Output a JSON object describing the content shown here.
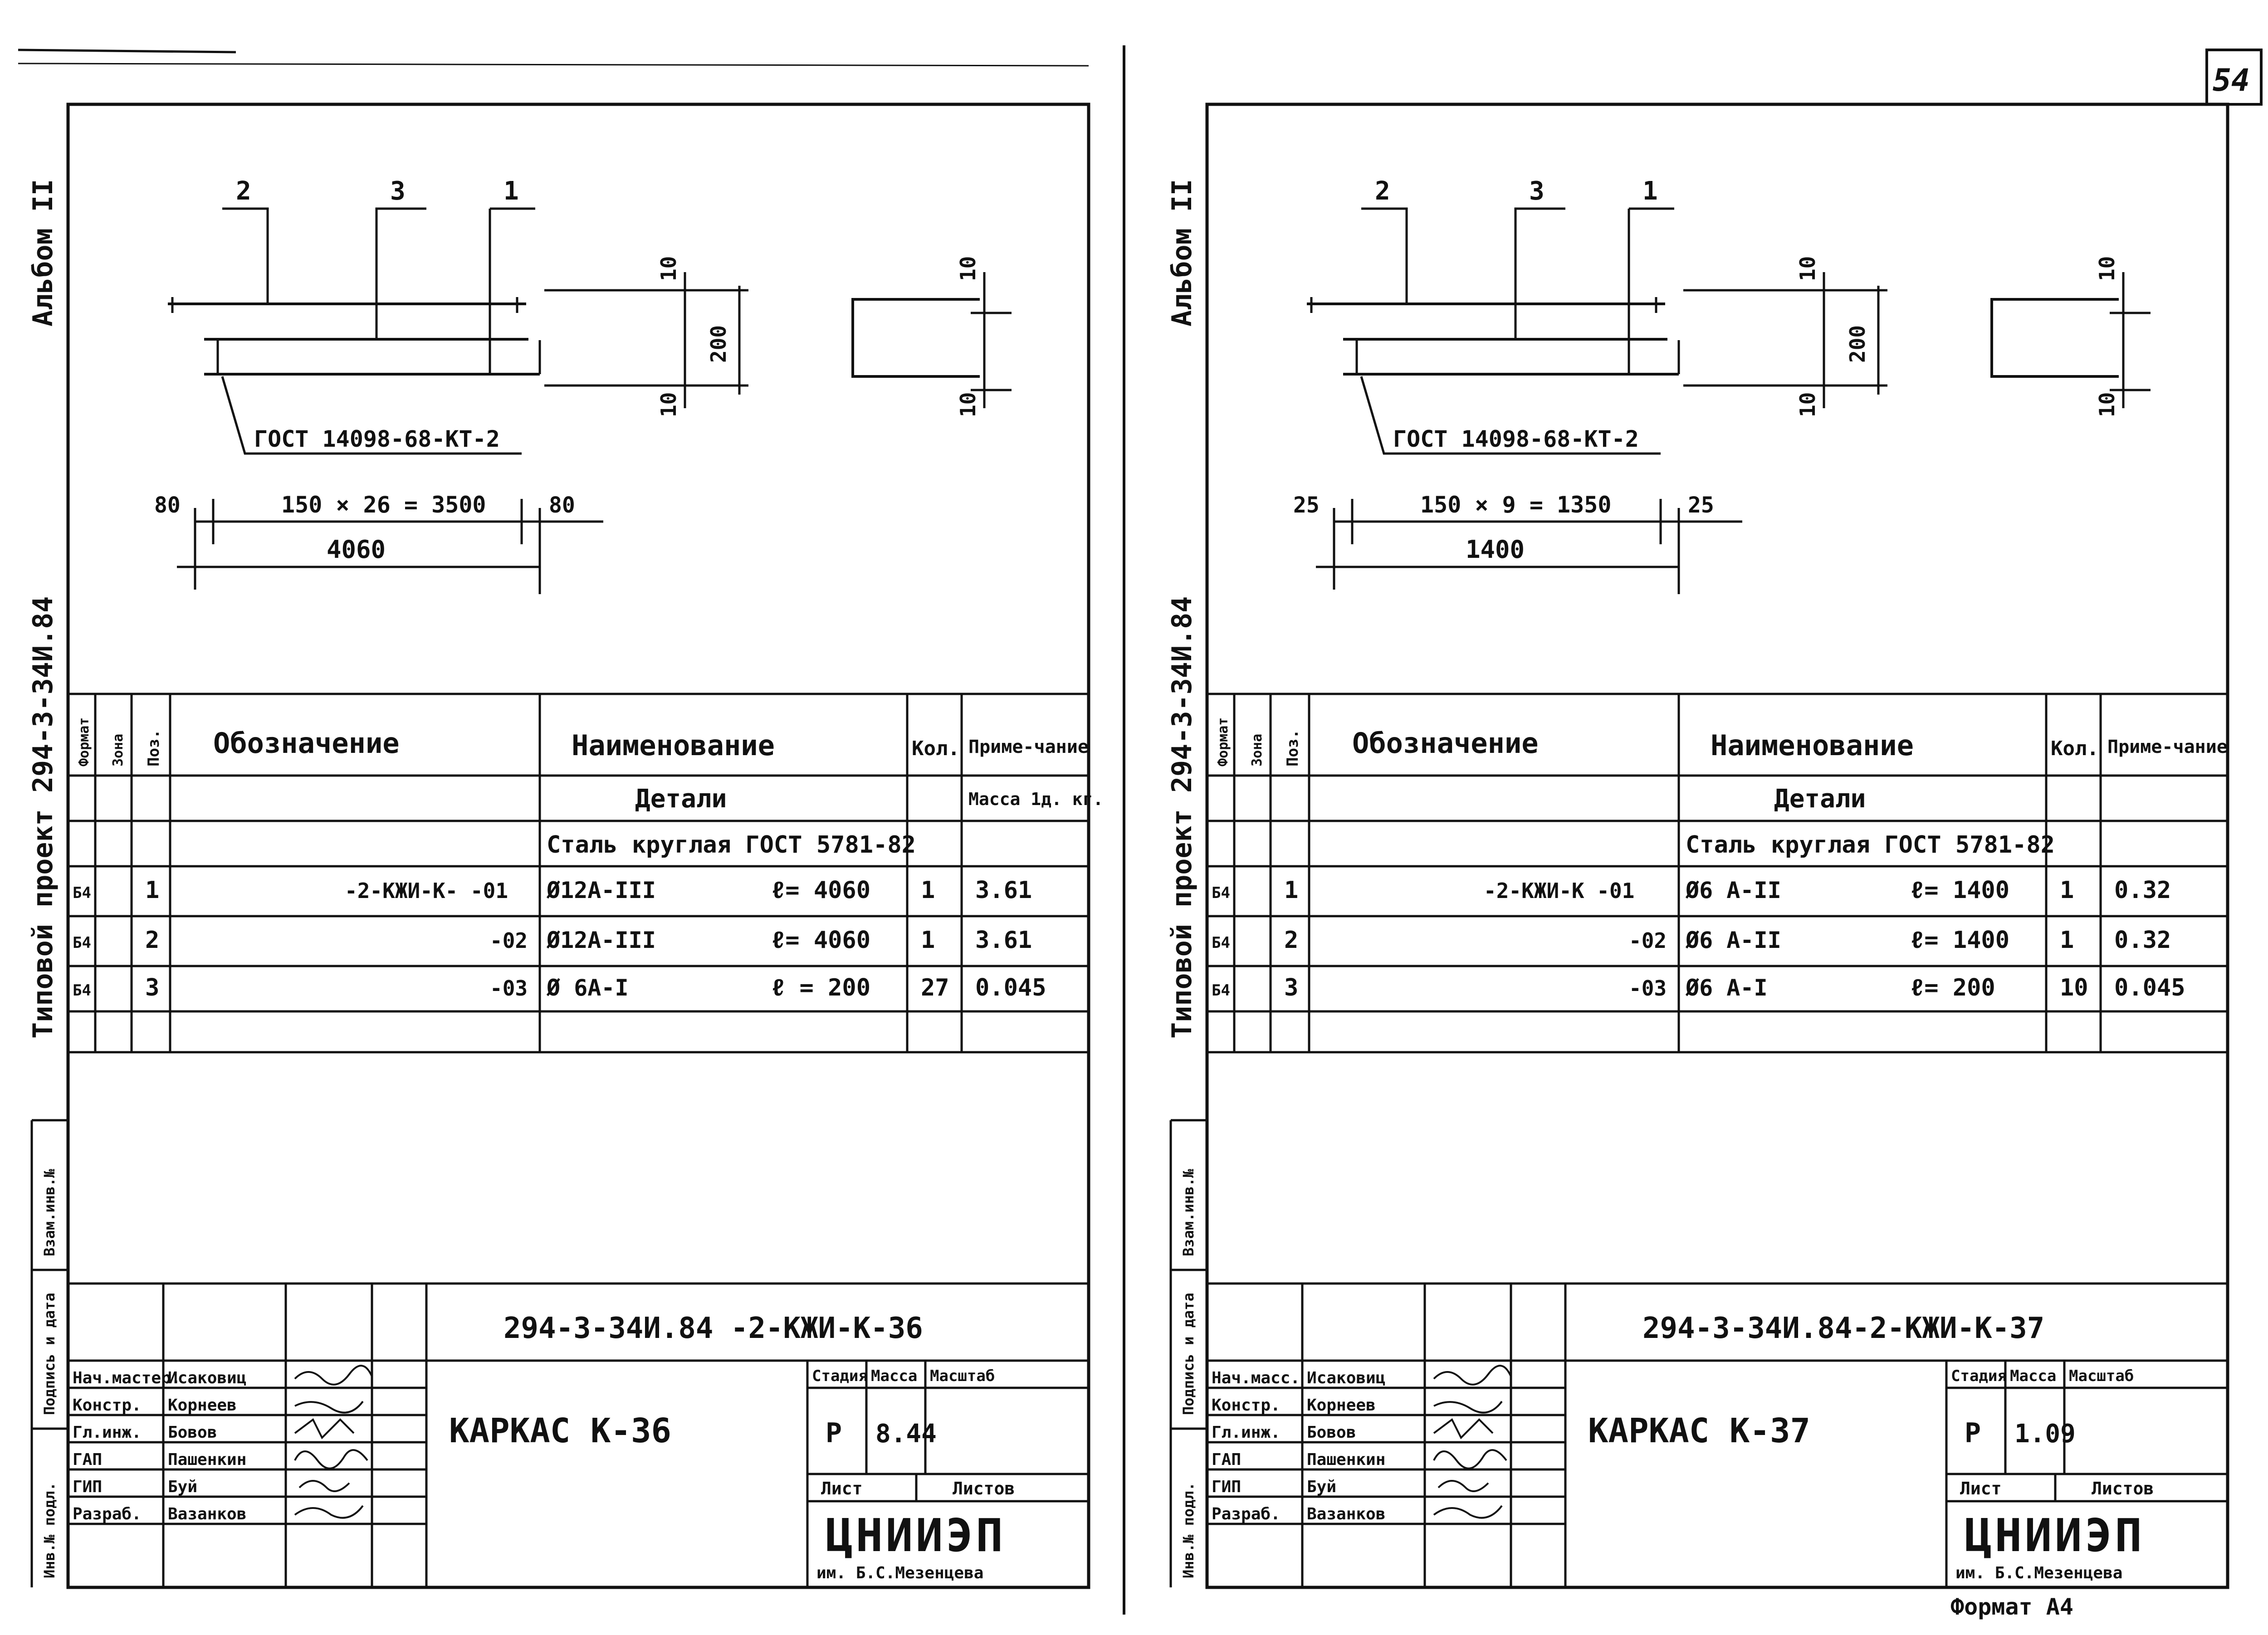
{
  "page_number": "54",
  "sheets": [
    {
      "album": "Альбом  II",
      "project": "Типовой  проект  294-3-34И.84",
      "drawing": {
        "pos_labels": [
          "2",
          "3",
          "1"
        ],
        "gost_note": "ГОСТ 14098-68-КТ-2",
        "dim_spacing": "150 × 26 = 3500",
        "dim_total": "4060",
        "dim_left": "80",
        "dim_right": "80",
        "dim_height": "200",
        "dim_top": "10",
        "dim_bottom": "10",
        "section_top": "10",
        "section_bottom": "10"
      },
      "table": {
        "headers": {
          "format": "Формат",
          "zone": "Зона",
          "pos": "Поз.",
          "designation": "Обозначение",
          "name": "Наименование",
          "qty": "Кол.",
          "note": "Приме-чание"
        },
        "group_title": "Детали",
        "mass_note": "Масса 1д. кг.",
        "material": "Сталь круглая ГОСТ 5781-82",
        "rows": [
          {
            "format": "Б4",
            "pos": "1",
            "designation": "-2-КЖИ-К-  -01",
            "name": "Ø12А-III",
            "length": "ℓ= 4060",
            "qty": "1",
            "mass": "3.61"
          },
          {
            "format": "Б4",
            "pos": "2",
            "designation": "-02",
            "name": "Ø12А-III",
            "length": "ℓ= 4060",
            "qty": "1",
            "mass": "3.61"
          },
          {
            "format": "Б4",
            "pos": "3",
            "designation": "-03",
            "name": "Ø 6А-I",
            "length": "ℓ = 200",
            "qty": "27",
            "mass": "0.045"
          }
        ]
      },
      "side_stamp": {
        "a": "Инв.№ подл.",
        "b": "Подпись и дата",
        "c": "Взам.инв.№"
      },
      "title_block": {
        "code": "294-3-34И.84    -2-КЖИ-К-36",
        "title": "КАРКАС   К-36",
        "stage_h": "Стадия",
        "mass_h": "Масса",
        "scale_h": "Масштаб",
        "stage": "Р",
        "mass": "8.44",
        "scale": "",
        "sheet_h": "Лист",
        "sheets_h": "Листов",
        "org": "ЦНИИЭП",
        "org_sub": "им. Б.С.Мезенцева",
        "roles": [
          {
            "role": "Нач.мастер.",
            "name": "Исаковиц"
          },
          {
            "role": "Констр.",
            "name": "Корнеев"
          },
          {
            "role": "Гл.инж.",
            "name": "Бовов"
          },
          {
            "role": "ГАП",
            "name": "Пашенкин"
          },
          {
            "role": "ГИП",
            "name": "Буй"
          },
          {
            "role": "Разраб.",
            "name": "Вазанков"
          }
        ]
      }
    },
    {
      "album": "Альбом  II",
      "project": "Типовой  проект  294-3-34И.84",
      "drawing": {
        "pos_labels": [
          "2",
          "3",
          "1"
        ],
        "gost_note": "ГОСТ 14098-68-КТ-2",
        "dim_spacing": "150 × 9 = 1350",
        "dim_total": "1400",
        "dim_left": "25",
        "dim_right": "25",
        "dim_height": "200",
        "dim_top": "10",
        "dim_bottom": "10",
        "section_top": "10",
        "section_bottom": "10"
      },
      "table": {
        "headers": {
          "format": "Формат",
          "zone": "Зона",
          "pos": "Поз.",
          "designation": "Обозначение",
          "name": "Наименование",
          "qty": "Кол.",
          "note": "Приме-чание"
        },
        "group_title": "Детали",
        "mass_note": "",
        "material": "Сталь круглая ГОСТ 5781-82",
        "rows": [
          {
            "format": "Б4",
            "pos": "1",
            "designation": "-2-КЖИ-К  -01",
            "name": "Ø6 А-II",
            "length": "ℓ= 1400",
            "qty": "1",
            "mass": "0.32"
          },
          {
            "format": "Б4",
            "pos": "2",
            "designation": "-02",
            "name": "Ø6 А-II",
            "length": "ℓ= 1400",
            "qty": "1",
            "mass": "0.32"
          },
          {
            "format": "Б4",
            "pos": "3",
            "designation": "-03",
            "name": "Ø6 А-I",
            "length": "ℓ= 200",
            "qty": "10",
            "mass": "0.045"
          }
        ]
      },
      "side_stamp": {
        "a": "Инв.№ подл.",
        "b": "Подпись и дата",
        "c": "Взам.инв.№"
      },
      "title_block": {
        "code": "294-3-34И.84-2-КЖИ-К-37",
        "title": "КАРКАС   К-37",
        "stage_h": "Стадия",
        "mass_h": "Масса",
        "scale_h": "Масштаб",
        "stage": "Р",
        "mass": "1.09",
        "scale": "",
        "sheet_h": "Лист",
        "sheets_h": "Листов",
        "org": "ЦНИИЭП",
        "org_sub": "им. Б.С.Мезенцева",
        "roles": [
          {
            "role": "Нач.масс.",
            "name": "Исаковиц"
          },
          {
            "role": "Констр.",
            "name": "Корнеев"
          },
          {
            "role": "Гл.инж.",
            "name": "Бовов"
          },
          {
            "role": "ГАП",
            "name": "Пашенкин"
          },
          {
            "role": "ГИП",
            "name": "Буй"
          },
          {
            "role": "Разраб.",
            "name": "Вазанков"
          }
        ]
      },
      "format_note": "Формат А4"
    }
  ]
}
